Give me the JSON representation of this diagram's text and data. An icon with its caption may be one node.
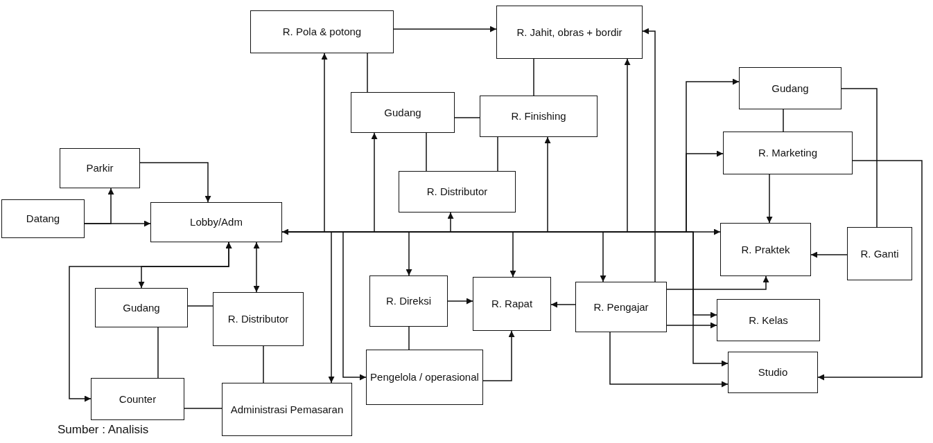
{
  "diagram": {
    "nodes": [
      {
        "text": [
          "Datang"
        ]
      },
      {
        "text": [
          "Parkir"
        ]
      },
      {
        "text": [
          "Lobby/Adm"
        ]
      },
      {
        "text": [
          "R. Pola & potong"
        ]
      },
      {
        "text": [
          "R. Jahit, obras + bordir"
        ]
      },
      {
        "text": [
          "Gudang"
        ]
      },
      {
        "text": [
          "R. Finishing"
        ]
      },
      {
        "text": [
          "R. Distributor"
        ]
      },
      {
        "text": [
          "Gudang"
        ]
      },
      {
        "text": [
          "R. Marketing"
        ]
      },
      {
        "text": [
          "R. Praktek"
        ]
      },
      {
        "text": [
          "R. Ganti"
        ]
      },
      {
        "text": [
          "Gudang"
        ]
      },
      {
        "text": [
          "R. Distributor"
        ]
      },
      {
        "text": [
          "R. Direksi"
        ]
      },
      {
        "text": [
          "R. Rapat"
        ]
      },
      {
        "text": [
          "R. Pengajar"
        ]
      },
      {
        "text": [
          "R. Kelas"
        ]
      },
      {
        "text": [
          "Counter"
        ]
      },
      {
        "text": [
          "Administrasi Pemasaran"
        ]
      },
      {
        "text": [
          "Pengelola / operasional"
        ]
      },
      {
        "text": [
          "Studio"
        ]
      }
    ],
    "edges": [
      {
        "from": 0,
        "to": 2,
        "arrow": "to"
      },
      {
        "from": 0,
        "to": 1,
        "arrow": "to"
      },
      {
        "from": 1,
        "to": 2,
        "arrow": "to"
      },
      {
        "from": 3,
        "to": 4,
        "arrow": "to"
      },
      {
        "from": 3,
        "to": 5,
        "arrow": "none"
      },
      {
        "from": 4,
        "to": 6,
        "arrow": "none"
      },
      {
        "from": 5,
        "to": 6,
        "arrow": "none"
      },
      {
        "from": 5,
        "to": 7,
        "arrow": "none"
      },
      {
        "from": 6,
        "to": 7,
        "arrow": "none"
      },
      {
        "from": 2,
        "to": 3,
        "arrow": "to"
      },
      {
        "from": 2,
        "to": 5,
        "arrow": "to"
      },
      {
        "from": 2,
        "to": 7,
        "arrow": "to"
      },
      {
        "from": 2,
        "to": 6,
        "arrow": "to"
      },
      {
        "from": 2,
        "to": 4,
        "arrow": "to"
      },
      {
        "from": 2,
        "to": 10,
        "arrow": "both"
      },
      {
        "from": 2,
        "to": 8,
        "arrow": "to"
      },
      {
        "from": 2,
        "to": 9,
        "arrow": "to"
      },
      {
        "from": 8,
        "to": 9,
        "arrow": "none"
      },
      {
        "from": 8,
        "to": 11,
        "arrow": "none"
      },
      {
        "from": 9,
        "to": 10,
        "arrow": "to"
      },
      {
        "from": 9,
        "to": 21,
        "arrow": "to"
      },
      {
        "from": 11,
        "to": 10,
        "arrow": "to"
      },
      {
        "from": 2,
        "to": 12,
        "arrow": "both"
      },
      {
        "from": 2,
        "to": 18,
        "arrow": "both"
      },
      {
        "from": 2,
        "to": 13,
        "arrow": "both"
      },
      {
        "from": 12,
        "to": 13,
        "arrow": "none"
      },
      {
        "from": 12,
        "to": 18,
        "arrow": "none"
      },
      {
        "from": 13,
        "to": 19,
        "arrow": "none"
      },
      {
        "from": 18,
        "to": 19,
        "arrow": "none"
      },
      {
        "from": 2,
        "to": 19,
        "arrow": "to"
      },
      {
        "from": 2,
        "to": 20,
        "arrow": "to"
      },
      {
        "from": 2,
        "to": 14,
        "arrow": "to"
      },
      {
        "from": 2,
        "to": 15,
        "arrow": "to"
      },
      {
        "from": 2,
        "to": 16,
        "arrow": "to"
      },
      {
        "from": 14,
        "to": 15,
        "arrow": "to"
      },
      {
        "from": 14,
        "to": 20,
        "arrow": "none"
      },
      {
        "from": 20,
        "to": 15,
        "arrow": "to"
      },
      {
        "from": 16,
        "to": 15,
        "arrow": "to"
      },
      {
        "from": 16,
        "to": 4,
        "arrow": "to"
      },
      {
        "from": 16,
        "to": 10,
        "arrow": "to"
      },
      {
        "from": 2,
        "to": 17,
        "arrow": "to"
      },
      {
        "from": 16,
        "to": 17,
        "arrow": "to"
      },
      {
        "from": 2,
        "to": 21,
        "arrow": "to"
      },
      {
        "from": 16,
        "to": 21,
        "arrow": "to"
      }
    ],
    "labels": [
      "Sumber : Analisis"
    ]
  }
}
